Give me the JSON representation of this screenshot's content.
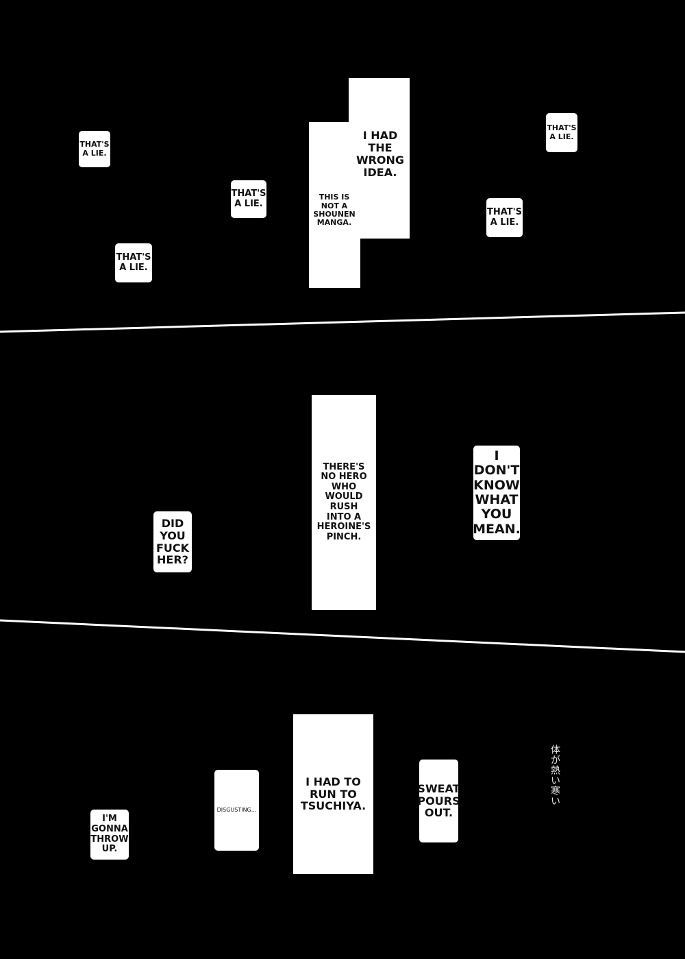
{
  "page": {
    "background": "#000000",
    "bubble_color": "#ffffff",
    "text_color": "#111111"
  },
  "panel1": {
    "narration_main": "I HAD\nTHE\nWRONG\nIDEA.",
    "narration_sub": "THIS IS\nNOT A\nSHOUNEN\nMANGA.",
    "bubbles": [
      "THAT'S\nA LIE.",
      "THAT'S\nA LIE.",
      "THAT'S\nA LIE.",
      "THAT'S\nA LIE.",
      "THAT'S\nA LIE."
    ]
  },
  "panel2": {
    "narration": "THERE'S\nNO HERO\nWHO\nWOULD\nRUSH\nINTO A\nHEROINE'S\nPINCH.",
    "question": "DID\nYOU\nFUCK\nHER?",
    "reply": "I\nDON'T\nKNOW\nWHAT\nYOU\nMEAN."
  },
  "panel3": {
    "narration": "I HAD TO\nRUN TO\nTSUCHIYA.",
    "bubble_disgusting": "DISGUSTING...",
    "bubble_throw_up": "I'M\nGONNA\nTHROW\nUP.",
    "bubble_sweat": "SWEAT\nPOURS\nOUT.",
    "sfx_japanese": "体が熱い寒い"
  }
}
